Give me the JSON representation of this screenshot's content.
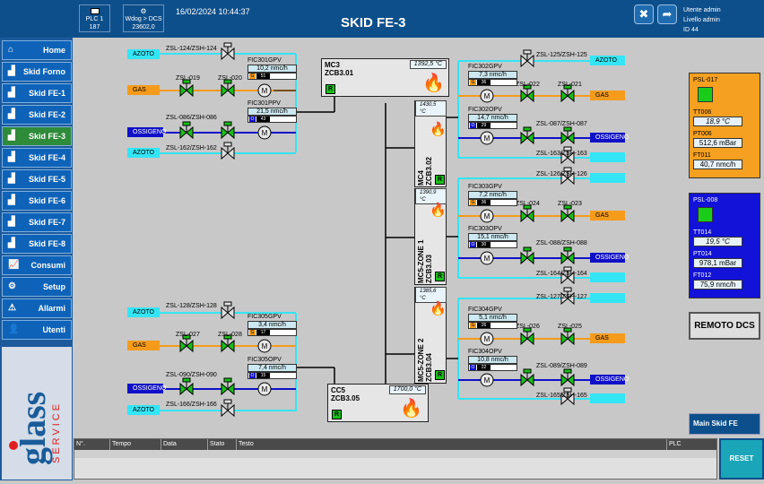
{
  "header": {
    "plc_label": "PLC 1",
    "plc_value": "187",
    "wdog_label": "Wdog > DCS",
    "wdog_value": "23602,0",
    "datetime": "16/02/2024 10:44:37",
    "title": "SKID FE-3",
    "user_line": "Utente admin",
    "level_line": "Livello admin",
    "id_line": "ID  44"
  },
  "nav": [
    "Home",
    "Skid Forno",
    "Skid FE-1",
    "Skid FE-2",
    "Skid FE-3",
    "Skid FE-4",
    "Skid FE-5",
    "Skid FE-6",
    "Skid FE-7",
    "Skid FE-8",
    "Consumi",
    "Setup",
    "Allarmi",
    "Utenti"
  ],
  "logo_text": "glass",
  "logo_subtext": "SERVICE",
  "tags": {
    "azoto": "AZOTO",
    "gas": "GAS",
    "ossigeno": "OSSIGENO"
  },
  "valves": {
    "v124": "ZSL-124/ZSH-124",
    "v019": "ZSL-019",
    "v020": "ZSL-020",
    "v086": "ZSL-086/ZSH-086",
    "v162": "ZSL-162/ZSH-162",
    "v125": "ZSL-125/ZSH-125",
    "v022": "ZSL-022",
    "v021": "ZSL-021",
    "v087": "ZSL-087/ZSH-087",
    "v163": "ZSL-163/ZSH-163",
    "v126": "ZSL-126/ZSH-126",
    "v024": "ZSL-024",
    "v023": "ZSL-023",
    "v088": "ZSL-088/ZSH-088",
    "v164": "ZSL-164/ZSH-164",
    "v127": "ZSL-127/ZSH-127",
    "v026": "ZSL-026",
    "v025": "ZSL-025",
    "v089": "ZSL-089/ZSH-089",
    "v165": "ZSL-165/ZSH-165",
    "v128": "ZSL-128/ZSH-128",
    "v027": "ZSL-027",
    "v028": "ZSL-028",
    "v090": "ZSL-090/ZSH-090",
    "v166": "ZSL-166/ZSH-166"
  },
  "fics": {
    "f301g": {
      "name": "FIC301GPV",
      "value": "10,2 nmc/h",
      "mode": "G",
      "pct": "51"
    },
    "f301o": {
      "name": "FIC301PPV",
      "value": "21,5 nmc/h",
      "mode": "O",
      "pct": "43"
    },
    "f302g": {
      "name": "FIC302GPV",
      "value": "7,3 nmc/h",
      "mode": "G",
      "pct": "36"
    },
    "f302o": {
      "name": "FIC302OPV",
      "value": "14,7 nmc/h",
      "mode": "O",
      "pct": "29"
    },
    "f303g": {
      "name": "FIC303GPV",
      "value": "7,2 nmc/h",
      "mode": "G",
      "pct": "36"
    },
    "f303o": {
      "name": "FIC303OPV",
      "value": "15,1 nmc/h",
      "mode": "O",
      "pct": "30"
    },
    "f304g": {
      "name": "FIC304GPV",
      "value": "5,1 nmc/h",
      "mode": "G",
      "pct": "26"
    },
    "f304o": {
      "name": "FIC304OPV",
      "value": "10,8 nmc/h",
      "mode": "O",
      "pct": "22"
    },
    "f305g": {
      "name": "FIC305GPV",
      "value": "3,4 nmc/h",
      "mode": "G",
      "pct": "17"
    },
    "f305o": {
      "name": "FIC305OPV",
      "value": "7,4 nmc/h",
      "mode": "O",
      "pct": "15"
    }
  },
  "burners": {
    "mc3": {
      "name": "MC3",
      "code": "ZCB3.01",
      "temp": "1392,5 °C"
    },
    "mc4": {
      "name": "MC4",
      "code": "ZCB3.02",
      "temp": "1430,5 °C"
    },
    "mc5z1": {
      "name": "MC5-ZONE 1",
      "code": "ZCB3.03",
      "temp": "1390,9 °C"
    },
    "mc5z2": {
      "name": "MC5-ZONE 2",
      "code": "ZCB3.04",
      "temp": "1385,6 °C"
    },
    "cc5": {
      "name": "CC5",
      "code": "ZCB3.05",
      "temp": "1700,0 °C"
    }
  },
  "r_label": "R",
  "panel_gas": {
    "title": "PSL-017",
    "t_label": "TT006",
    "t_value": "18,9 °C",
    "p_label": "PT006",
    "p_value": "512,6 mBar",
    "f_label": "FT011",
    "f_value": "40,7 nmc/h"
  },
  "panel_ox": {
    "title": "PSL-008",
    "t_label": "TT014",
    "t_value": "19,5 °C",
    "p_label": "PT014",
    "p_value": "978,1 mBar",
    "f_label": "FT012",
    "f_value": "75,9 nmc/h"
  },
  "remoto": "REMOTO DCS",
  "main_skid": "Main Skid FE",
  "alarm_columns": [
    "N°.",
    "Tempo",
    "Data",
    "Stato",
    "Testo",
    "PLC"
  ],
  "reset": "RESET",
  "colors": {
    "gas": "#f59b1c",
    "oxygen": "#1010c8",
    "nitrogen": "#33e5f5",
    "valve_on": "#18c018"
  }
}
